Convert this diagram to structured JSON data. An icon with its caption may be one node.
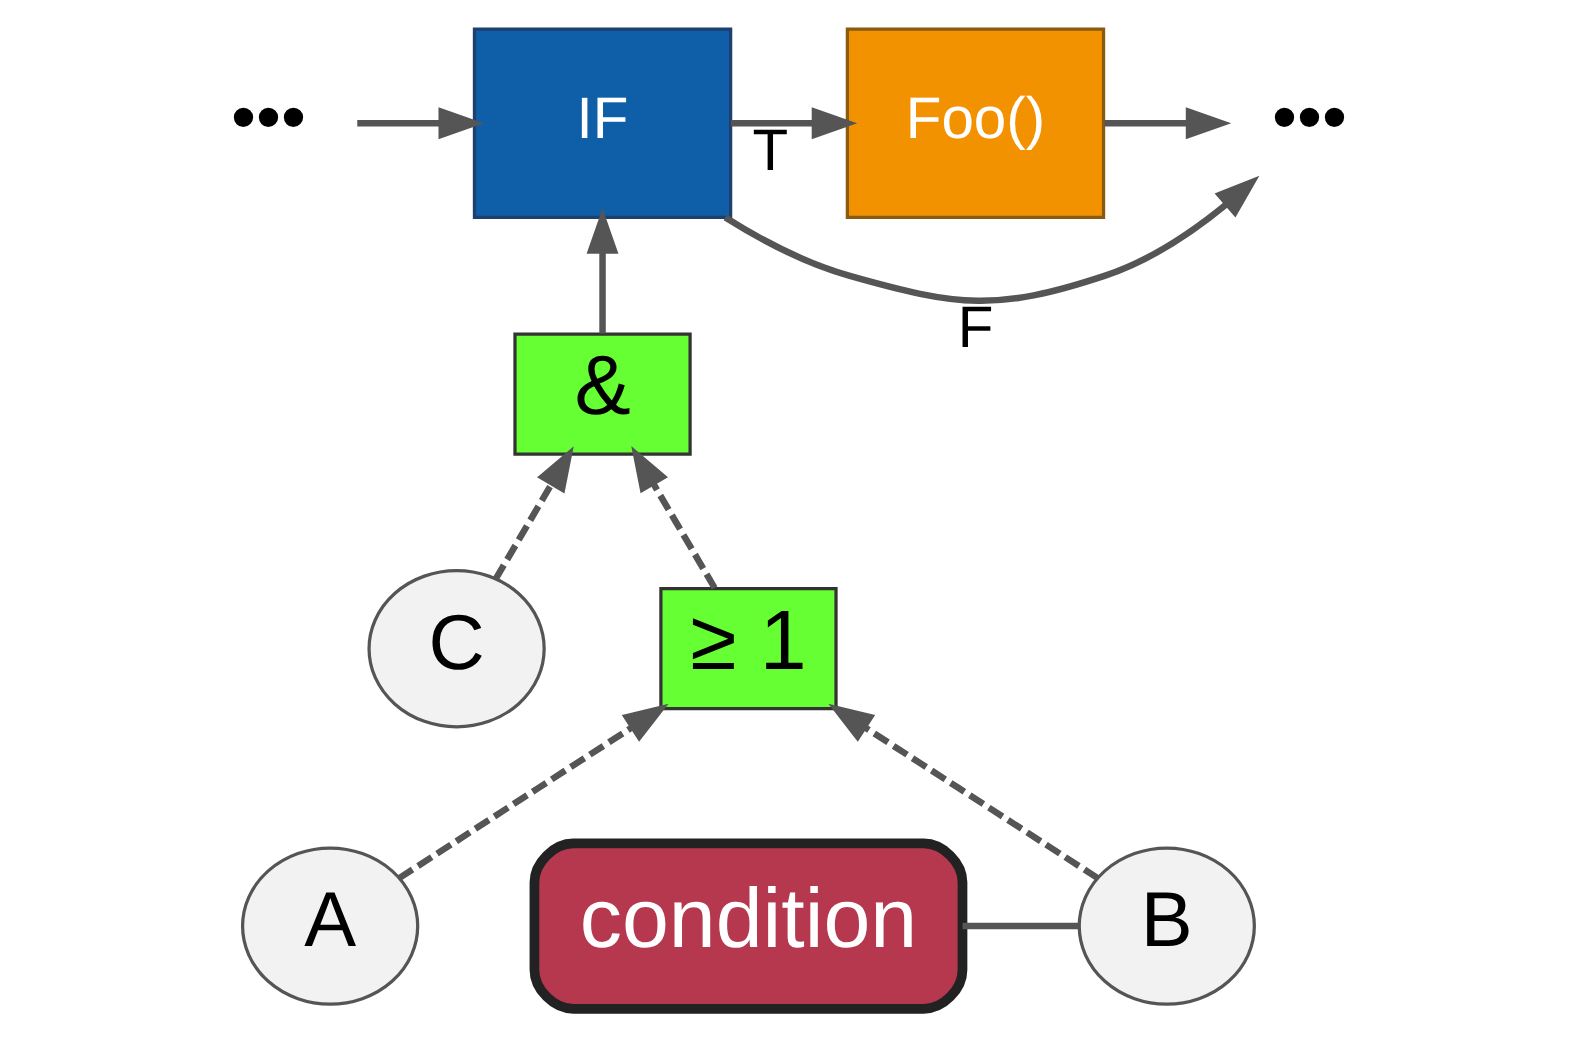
{
  "diagram": {
    "nodes": [
      {
        "text": [
          "•••"
        ]
      },
      {
        "text": [
          "IF"
        ]
      },
      {
        "text": [
          "Foo()"
        ]
      },
      {
        "text": [
          "•••"
        ]
      },
      {
        "text": [
          "&"
        ]
      },
      {
        "text": [
          "C"
        ]
      },
      {
        "text": [
          "≥ 1"
        ]
      },
      {
        "text": [
          "A"
        ]
      },
      {
        "text": [
          "B"
        ]
      },
      {
        "text": [
          "condition"
        ]
      }
    ],
    "edges": [
      {
        "from": 0,
        "to": 1,
        "arrow": "to"
      },
      {
        "from": 1,
        "to": 2,
        "arrow": "to",
        "label": "T"
      },
      {
        "from": 2,
        "to": 3,
        "arrow": "to"
      },
      {
        "from": 1,
        "to": 3,
        "arrow": "to",
        "label": "F"
      },
      {
        "from": 4,
        "to": 1,
        "arrow": "to"
      },
      {
        "from": 5,
        "to": 4,
        "arrow": "to",
        "style": "dashed"
      },
      {
        "from": 6,
        "to": 4,
        "arrow": "to",
        "style": "dashed"
      },
      {
        "from": 7,
        "to": 6,
        "arrow": "to",
        "style": "dashed"
      },
      {
        "from": 8,
        "to": 6,
        "arrow": "to",
        "style": "dashed"
      },
      {
        "from": 9,
        "to": 8,
        "arrow": "none"
      }
    ]
  }
}
